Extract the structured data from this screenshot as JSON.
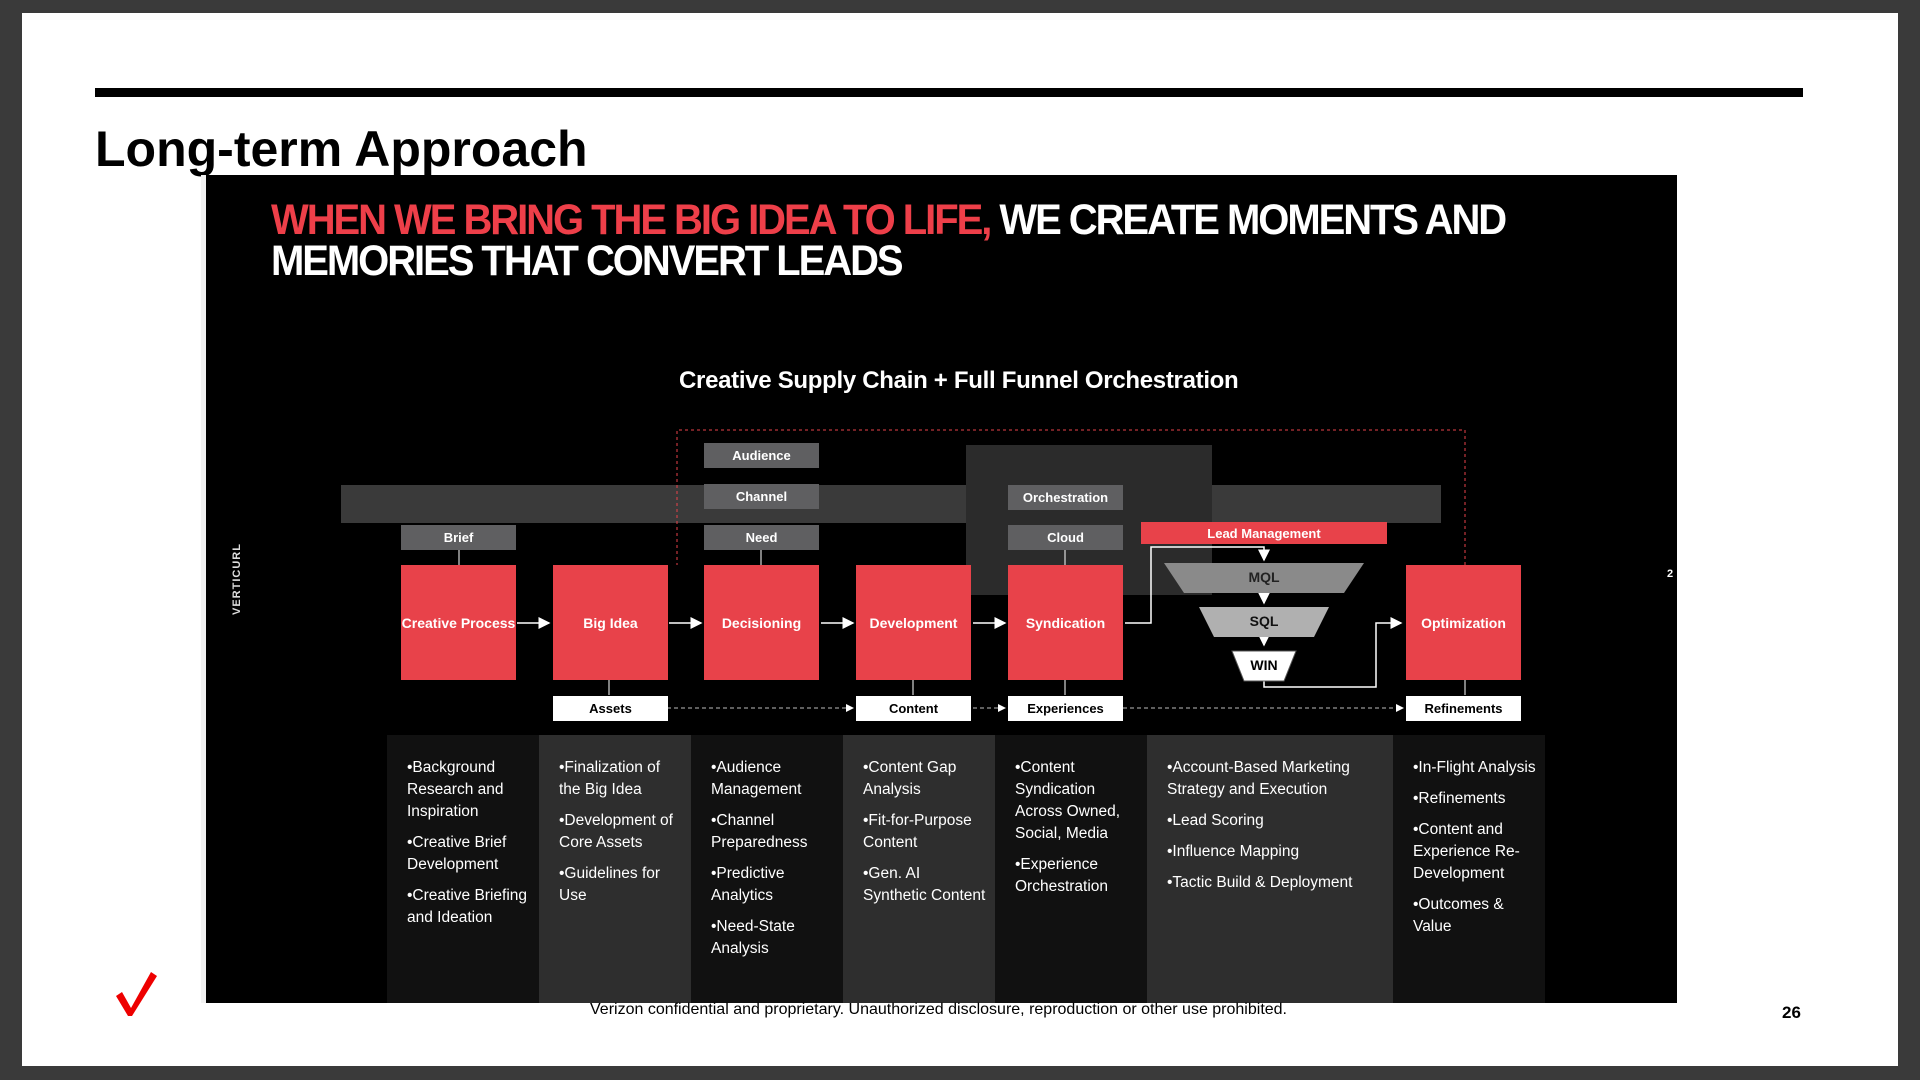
{
  "slide": {
    "title": "Long-term Approach",
    "footer": "Verizon confidential and proprietary. Unauthorized disclosure, reproduction or other use prohibited.",
    "page_number": "26",
    "brand_color": "#e8424a"
  },
  "panel": {
    "headline_red": "WHEN WE BRING THE BIG IDEA TO LIFE,",
    "headline_white_1": "WE CREATE MOMENTS AND",
    "headline_white_2": "MEMORIES THAT CONVERT LEADS",
    "vertical_label": "VERTICURL",
    "inner_page": "2",
    "subtitle": "Creative Supply Chain + Full Funnel Orchestration"
  },
  "flow": {
    "stages": [
      "Creative Process",
      "Big Idea",
      "Decisioning",
      "Development",
      "Syndication",
      "Optimization"
    ],
    "top_tags": {
      "brief": "Brief",
      "audience": "Audience",
      "channel": "Channel",
      "need": "Need",
      "orchestration": "Orchestration",
      "cloud": "Cloud",
      "lead_management": "Lead Management"
    },
    "bottom_tags": [
      "Assets",
      "Content",
      "Experiences",
      "Refinements"
    ],
    "funnel": [
      "MQL",
      "SQL",
      "WIN"
    ]
  },
  "columns": [
    {
      "items": [
        "•Background Research and Inspiration",
        "•Creative Brief Development",
        "•Creative Briefing and Ideation"
      ]
    },
    {
      "items": [
        "•Finalization of the Big Idea",
        "•Development of Core Assets",
        "•Guidelines for Use"
      ]
    },
    {
      "items": [
        "•Audience Management",
        "•Channel Preparedness",
        "•Predictive Analytics",
        "•Need-State Analysis"
      ]
    },
    {
      "items": [
        "•Content Gap Analysis",
        "•Fit-for-Purpose Content",
        "•Gen. AI Synthetic Content"
      ]
    },
    {
      "items": [
        "•Content Syndication Across Owned, Social, Media",
        "•Experience Orchestration"
      ]
    },
    {
      "items": [
        "•Account-Based Marketing Strategy and Execution",
        "•Lead Scoring",
        "•Influence Mapping",
        "•Tactic Build & Deployment"
      ]
    },
    {
      "items": [
        "•In-Flight Analysis",
        "•Refinements",
        "•Content and Experience Re-Development",
        "•Outcomes & Value"
      ]
    }
  ]
}
